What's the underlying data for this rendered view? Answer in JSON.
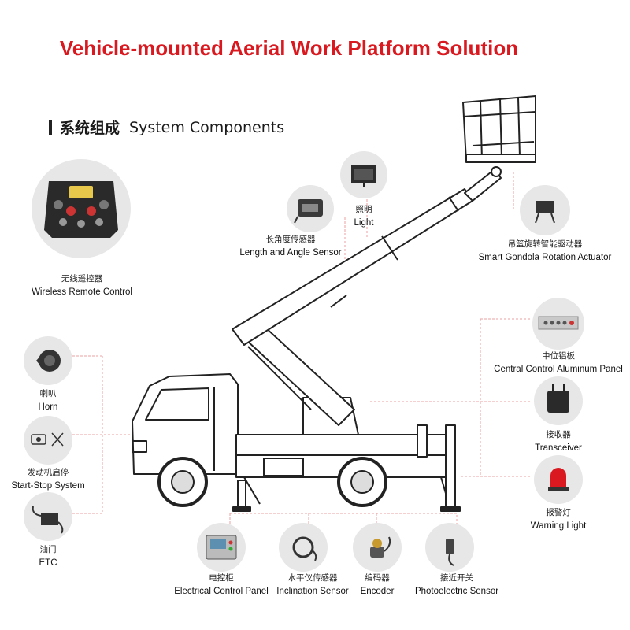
{
  "title": "Vehicle-mounted Aerial Work Platform Solution",
  "section": {
    "cn": "系统组成",
    "en": "System Components"
  },
  "components": {
    "remote": {
      "cn": "无线遥控器",
      "en": "Wireless Remote Control"
    },
    "angle": {
      "cn": "长角度传感器",
      "en": "Length and Angle Sensor"
    },
    "light": {
      "cn": "照明",
      "en": "Light"
    },
    "rotation": {
      "cn": "吊篮旋转智能驱动器",
      "en": "Smart Gondola Rotation Actuator"
    },
    "panel": {
      "cn": "中位铝板",
      "en": "Central Control Aluminum Panel"
    },
    "transceiver": {
      "cn": "接收器",
      "en": "Transceiver"
    },
    "warning": {
      "cn": "报警灯",
      "en": "Warning Light"
    },
    "horn": {
      "cn": "喇叭",
      "en": "Horn"
    },
    "startstop": {
      "cn": "发动机启停",
      "en": "Start-Stop System"
    },
    "etc": {
      "cn": "油门",
      "en": "ETC"
    },
    "electrical": {
      "cn": "电控柜",
      "en": "Electrical Control Panel"
    },
    "inclination": {
      "cn": "水平仪传感器",
      "en": "Inclination Sensor"
    },
    "encoder": {
      "cn": "编码器",
      "en": "Encoder"
    },
    "photo": {
      "cn": "接近开关",
      "en": "Photoelectric Sensor"
    }
  },
  "colors": {
    "title": "#d9191f",
    "leader": "#e8a0a0",
    "circle": "#e7e7e7"
  }
}
